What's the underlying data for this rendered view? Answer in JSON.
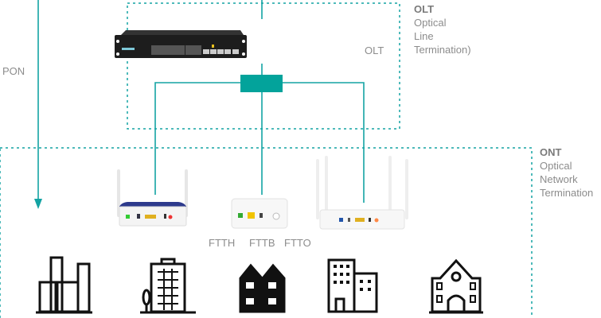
{
  "colors": {
    "accent": "#13a3a3",
    "splitter": "#03a39b",
    "icon": "#111111"
  },
  "pon_label": "PON",
  "olt_device_label": "OLT",
  "olt_legend": {
    "title": "OLT",
    "line1": "Optical",
    "line2": "Line",
    "line3": "Termination)"
  },
  "ont_legend": {
    "title": "ONT",
    "line1": "Optical",
    "line2": "Network",
    "line3": "Termination"
  },
  "ont_types": [
    "FTTH",
    "FTTB",
    "FTTO"
  ],
  "icons": [
    "olt-rack-device",
    "optical-splitter",
    "ont-router-dual-antenna",
    "ont-box",
    "ont-router-quad-antenna",
    "city-skyline-icon",
    "office-tower-icon",
    "townhouses-icon",
    "office-buildings-icon",
    "school-building-icon"
  ]
}
